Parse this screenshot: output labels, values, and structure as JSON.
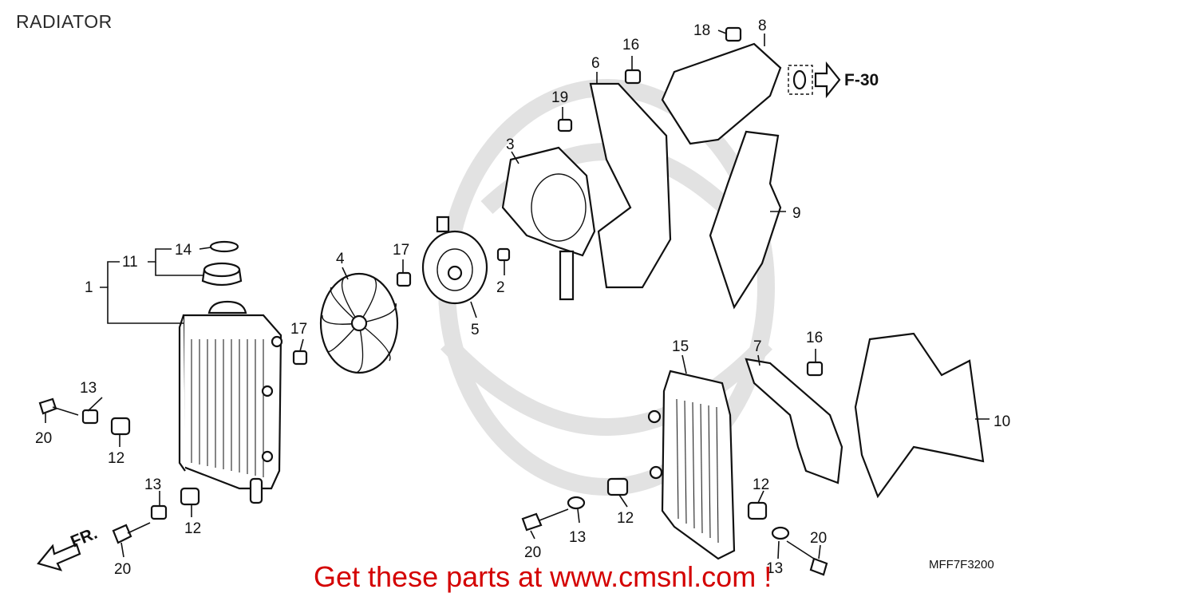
{
  "title": "RADIATOR",
  "diagram_code": "MFF7F3200",
  "reference": {
    "label": "F-30"
  },
  "front_marker": {
    "label": "FR."
  },
  "promo_text": "Get these parts at www.cmsnl.com !",
  "watermark_icon": "cmsnl-logo-watermark",
  "accent_color": "#d40000",
  "callouts": {
    "c1": "1",
    "c2": "2",
    "c3": "3",
    "c4": "4",
    "c5": "5",
    "c6": "6",
    "c7": "7",
    "c8": "8",
    "c9": "9",
    "c10": "10",
    "c11": "11",
    "c12a": "12",
    "c12b": "12",
    "c12c": "12",
    "c12d": "12",
    "c13a": "13",
    "c13b": "13",
    "c13c": "13",
    "c13d": "13",
    "c14": "14",
    "c15": "15",
    "c16a": "16",
    "c16b": "16",
    "c17a": "17",
    "c17b": "17",
    "c18": "18",
    "c19": "19",
    "c20a": "20",
    "c20b": "20",
    "c20c": "20",
    "c20d": "20"
  }
}
